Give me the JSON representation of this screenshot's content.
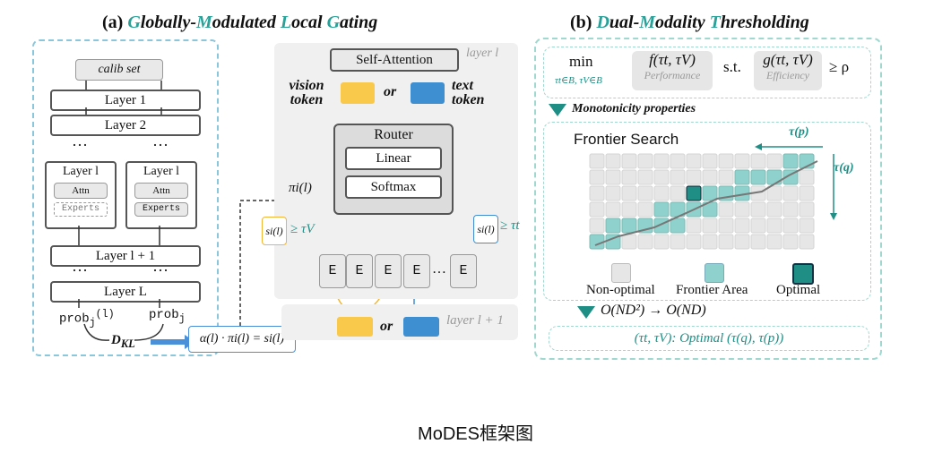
{
  "panel_a": {
    "title_prefix": "(a) ",
    "title_g": "G",
    "title_lobally": "lobally-",
    "title_m": "M",
    "title_odulated": "odulated ",
    "title_l": "L",
    "title_ocal": "ocal ",
    "title_g2": "G",
    "title_ating": "ating",
    "calib_set": "calib set",
    "layer1": "Layer 1",
    "layer2": "Layer 2",
    "dots": "···",
    "layer_l_left": "Layer l",
    "layer_l_right": "Layer l",
    "attn": "Attn",
    "experts": "Experts",
    "layer_l_plus1": "Layer l + 1",
    "layer_L": "Layer L",
    "prob_left": "prob",
    "prob_left_sub": "j",
    "prob_left_sup": "(l)",
    "prob_right": "prob",
    "prob_right_sub": "j",
    "dkl": "D",
    "dkl_sub": "KL",
    "alpha_eq": "α(l) · πi(l) = si(l)",
    "self_attention": "Self-Attention",
    "layer_label": "layer l",
    "vision_token": "vision token",
    "or1": "or",
    "text_token": "text token",
    "router": "Router",
    "linear": "Linear",
    "softmax": "Softmax",
    "pi": "πi(l)",
    "s_left": "si(l)",
    "geq_tau_v": "≥ τV",
    "s_right": "si(l)",
    "geq_tau_t": "≥ τt",
    "expert_labels": [
      "E",
      "E",
      "E",
      "E",
      "E"
    ],
    "ellipsis": "…",
    "or2": "or",
    "layer_next": "layer l + 1"
  },
  "panel_b": {
    "title_prefix": "(b) ",
    "title_d": "D",
    "title_ual": "ual-",
    "title_m": "M",
    "title_odality": "odality ",
    "title_t": "T",
    "title_hresholding": "hresholding",
    "min": "min",
    "min_sub": "τt∈B, τV∈B",
    "f": "f(τt, τV)",
    "f_label": "Performance",
    "st": "s.t.",
    "g": "g(τt, τV)",
    "g_label": "Efficiency",
    "geq_rho": "≥ ρ",
    "monotonicity": "Monotonicity properties",
    "frontier_search": "Frontier Search",
    "tau_p": "τ(p)",
    "tau_q": "τ(q)",
    "legend_non_optimal": "Non-optimal",
    "legend_frontier": "Frontier Area",
    "legend_optimal": "Optimal",
    "complexity": "O(ND²) → O(ND)",
    "result": "(τt, τV): Optimal (τ(q), τ(p))",
    "colors": {
      "non_optimal": "#e6e6e6",
      "frontier": "#8fd1cc",
      "optimal": "#1f8f86"
    }
  },
  "caption": "MoDES框架图"
}
